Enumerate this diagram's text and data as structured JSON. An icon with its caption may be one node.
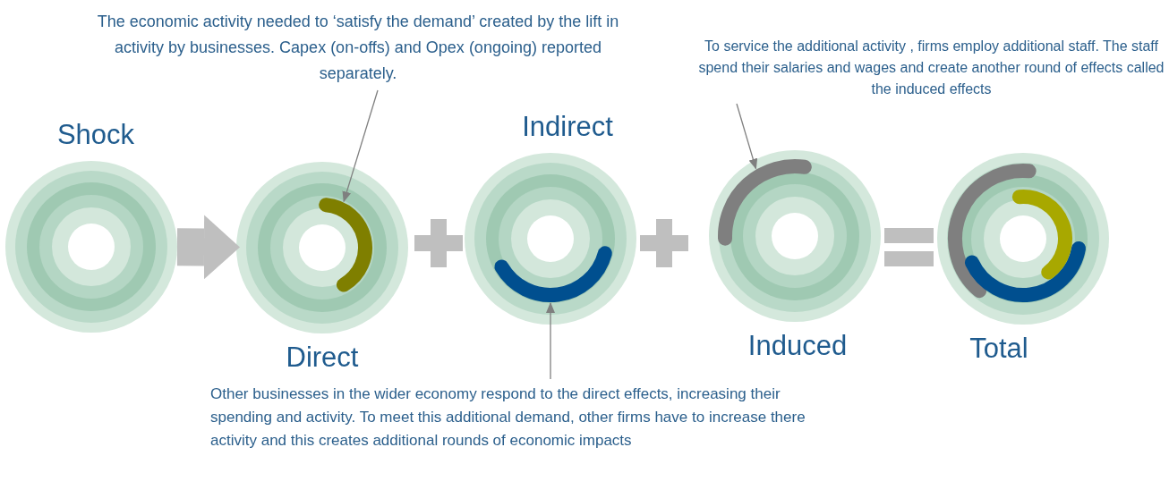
{
  "diagram": {
    "nodes": [
      {
        "text": [
          "Shock"
        ]
      },
      {
        "text": [
          "Direct"
        ]
      },
      {
        "text": [
          "Indirect"
        ]
      },
      {
        "text": [
          "Induced"
        ]
      },
      {
        "text": [
          "Total"
        ]
      },
      {
        "text": [
          "The economic activity needed to ‘satisfy the demand’ created by the lift in activity by businesses. Capex (on-offs) and Opex (ongoing) reported separately."
        ]
      },
      {
        "text": [
          "Other businesses in the wider economy respond to the direct effects, increasing their spending and activity. To meet this additional demand, other firms have to increase there activity and this creates additional rounds of economic impacts"
        ]
      },
      {
        "text": [
          "To service the additional activity , firms employ additional staff.  The staff spend their salaries and wages and create another round of effects called the induced effects"
        ]
      },
      {
        "text": [],
        "shape": "arc",
        "in": 1
      },
      {
        "text": [],
        "shape": "arc",
        "in": 2
      },
      {
        "text": [],
        "shape": "arc",
        "in": 3
      }
    ],
    "edges": [
      {
        "from": 0,
        "to": 1,
        "arrow": "to",
        "style": "thick",
        "color": "#bfbfbf"
      },
      {
        "from": 5,
        "to": 8,
        "arrow": "to"
      },
      {
        "from": 6,
        "to": 9,
        "arrow": "to"
      },
      {
        "from": 7,
        "to": 10,
        "arrow": "to"
      }
    ]
  }
}
